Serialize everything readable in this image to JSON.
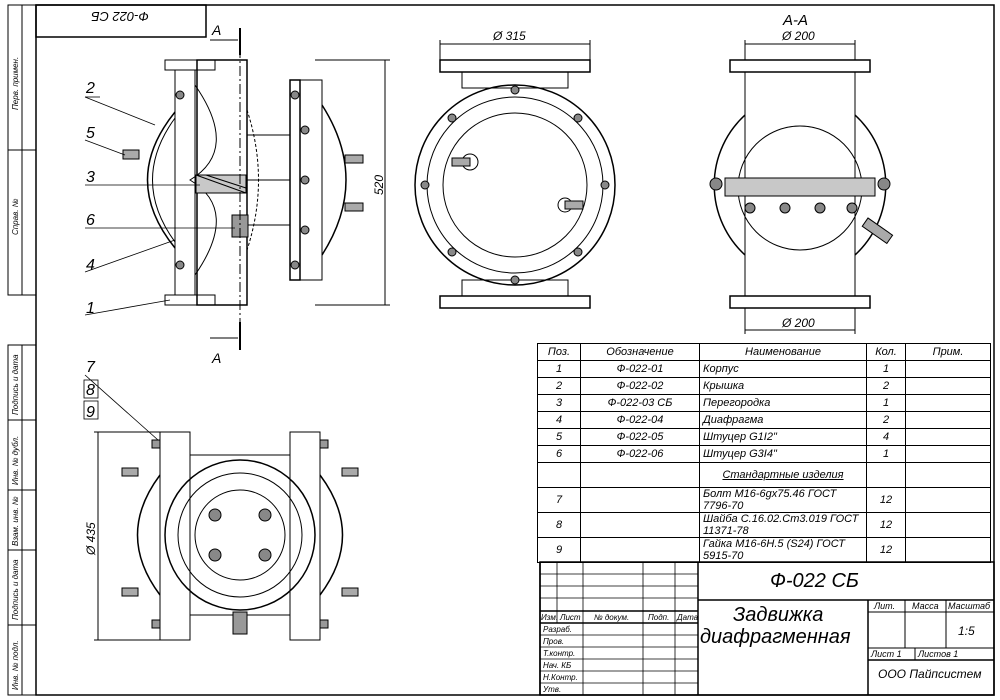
{
  "sheet": {
    "code_inverted": "Ф-022 СБ",
    "sidebar": [
      "Перв. примен.",
      "Справ. №",
      "Подпись и дата",
      "Инв. № дубл.",
      "Взам. инв. №",
      "Подпись и дата",
      "Инв. № подл."
    ]
  },
  "views": {
    "section_letter": "А",
    "section_title": "А-А",
    "dim_height": "520",
    "dim_flange": "Ø 315",
    "dim_bore_top": "Ø 200",
    "dim_bore_bottom": "Ø 200",
    "dim_plan": "Ø 435",
    "callouts": [
      "1",
      "2",
      "3",
      "4",
      "5",
      "6",
      "7",
      "8",
      "9"
    ]
  },
  "bom": {
    "headers": [
      "Поз.",
      "Обозначение",
      "Наименование",
      "Кол.",
      "Прим."
    ],
    "rows": [
      {
        "pos": "1",
        "code": "Ф-022-01",
        "name": "Корпус",
        "qty": "1"
      },
      {
        "pos": "2",
        "code": "Ф-022-02",
        "name": "Крышка",
        "qty": "2"
      },
      {
        "pos": "3",
        "code": "Ф-022-03 СБ",
        "name": "Перегородка",
        "qty": "1"
      },
      {
        "pos": "4",
        "code": "Ф-022-04",
        "name": "Диафрагма",
        "qty": "2"
      },
      {
        "pos": "5",
        "code": "Ф-022-05",
        "name": "Штуцер G1I2\"",
        "qty": "4"
      },
      {
        "pos": "6",
        "code": "Ф-022-06",
        "name": "Штуцер G3I4\"",
        "qty": "1"
      }
    ],
    "section": "Стандартные изделия",
    "standard_rows": [
      {
        "pos": "7",
        "name": "Болт М16-6gx75.46 ГОСТ 7796-70",
        "qty": "12"
      },
      {
        "pos": "8",
        "name": "Шайба С.16.02.Ст3.019 ГОСТ 11371-78",
        "qty": "12"
      },
      {
        "pos": "9",
        "name": "Гайка М16-6Н.5 (S24) ГОСТ 5915-70",
        "qty": "12"
      }
    ]
  },
  "title_block": {
    "designation": "Ф-022 СБ",
    "title_line1": "Задвижка",
    "title_line2": "диафрагменная",
    "col_izm": "Изм.",
    "col_list": "Лист",
    "col_doc": "№ докум.",
    "col_sign": "Подп.",
    "col_date": "Дата",
    "role_razrab": "Разраб.",
    "role_prov": "Пров.",
    "role_tkontr": "Т.контр.",
    "role_nach": "Нач. КБ",
    "role_nkontr": "Н.Контр.",
    "role_utv": "Утв.",
    "lit": "Лит.",
    "mass": "Масса",
    "scale_label": "Масштаб",
    "scale": "1:5",
    "sheet": "Лист 1",
    "sheets": "Листов 1",
    "company": "ООО Пайпсистем"
  }
}
